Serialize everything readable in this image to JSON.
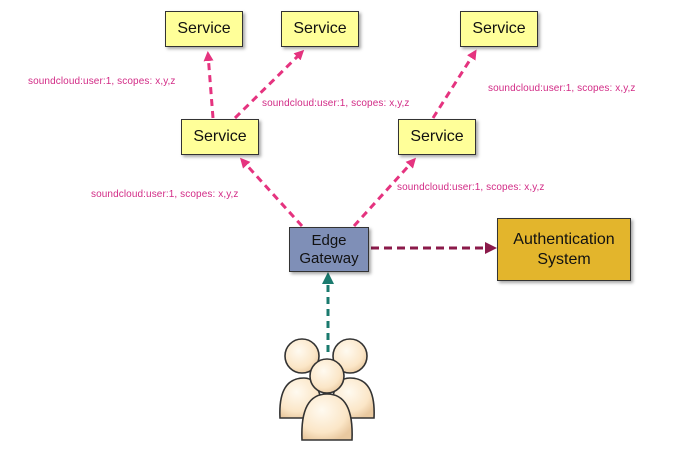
{
  "nodes": {
    "service_top_1": "Service",
    "service_top_2": "Service",
    "service_top_3": "Service",
    "service_mid_left": "Service",
    "service_mid_right": "Service",
    "edge_gateway_line1": "Edge",
    "edge_gateway_line2": "Gateway",
    "auth_line1": "Authentication",
    "auth_line2": "System"
  },
  "edge_labels": {
    "top_left": "soundcloud:user:1, scopes: x,y,z",
    "top_middle": "soundcloud:user:1, scopes: x,y,z",
    "top_right": "soundcloud:user:1, scopes: x,y,z",
    "mid_left": "soundcloud:user:1, scopes: x,y,z",
    "mid_right": "soundcloud:user:1, scopes: x,y,z"
  },
  "colors": {
    "service_fill": "#ffff99",
    "gateway_fill": "#7f8fb7",
    "auth_fill": "#e3b52c",
    "pink_arrow": "#e5337f",
    "maroon_arrow": "#8b1a4a",
    "teal_arrow": "#1a7a6e",
    "label_text": "#d22b86"
  },
  "icons": {
    "users": "users-group-icon"
  }
}
